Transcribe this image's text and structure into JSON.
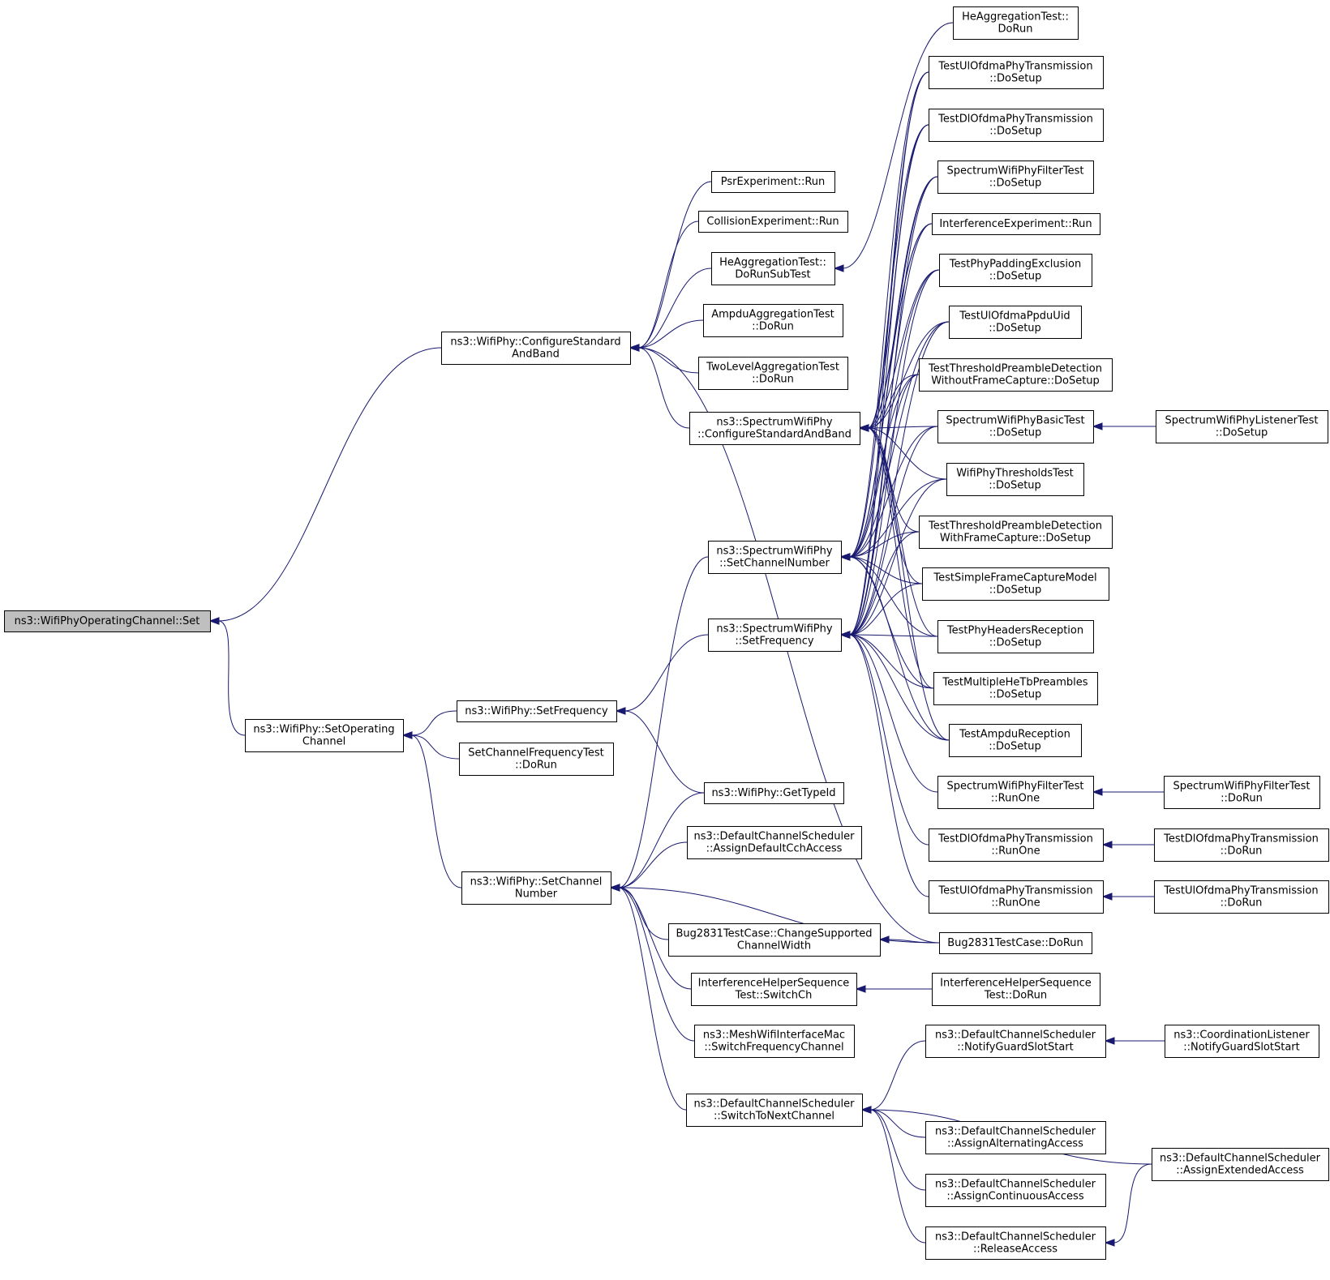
{
  "graph": {
    "colors": {
      "edge": "#191970",
      "node_border": "#000000",
      "node_fill": "#ffffff",
      "root_fill": "#bfbfbf"
    },
    "nodes": [
      {
        "id": "set",
        "lines": [
          "ns3::WifiPhyOperatingChannel::Set"
        ]
      },
      {
        "id": "cfgsb",
        "lines": [
          "ns3::WifiPhy::ConfigureStandard",
          "AndBand"
        ]
      },
      {
        "id": "setop",
        "lines": [
          "ns3::WifiPhy::SetOperating",
          "Channel"
        ]
      },
      {
        "id": "wp_setfreq",
        "lines": [
          "ns3::WifiPhy::SetFrequency"
        ]
      },
      {
        "id": "scft",
        "lines": [
          "SetChannelFrequencyTest",
          "::DoRun"
        ]
      },
      {
        "id": "wp_setch",
        "lines": [
          "ns3::WifiPhy::SetChannel",
          "Number"
        ]
      },
      {
        "id": "psr",
        "lines": [
          "PsrExperiment::Run"
        ]
      },
      {
        "id": "coll",
        "lines": [
          "CollisionExperiment::Run"
        ]
      },
      {
        "id": "heagg_sub",
        "lines": [
          "HeAggregationTest::",
          "DoRunSubTest"
        ]
      },
      {
        "id": "ampdu",
        "lines": [
          "AmpduAggregationTest",
          "::DoRun"
        ]
      },
      {
        "id": "twolvl",
        "lines": [
          "TwoLevelAggregationTest",
          "::DoRun"
        ]
      },
      {
        "id": "swp_cfg",
        "lines": [
          "ns3::SpectrumWifiPhy",
          "::ConfigureStandardAndBand"
        ]
      },
      {
        "id": "swp_setch",
        "lines": [
          "ns3::SpectrumWifiPhy",
          "::SetChannelNumber"
        ]
      },
      {
        "id": "swp_setfreq",
        "lines": [
          "ns3::SpectrumWifiPhy",
          "::SetFrequency"
        ]
      },
      {
        "id": "gettype",
        "lines": [
          "ns3::WifiPhy::GetTypeId"
        ]
      },
      {
        "id": "dcs_adcch",
        "lines": [
          "ns3::DefaultChannelScheduler",
          "::AssignDefaultCchAccess"
        ]
      },
      {
        "id": "bug_ccw",
        "lines": [
          "Bug2831TestCase::ChangeSupported",
          "ChannelWidth"
        ]
      },
      {
        "id": "ihs_sw",
        "lines": [
          "InterferenceHelperSequence",
          "Test::SwitchCh"
        ]
      },
      {
        "id": "mesh",
        "lines": [
          "ns3::MeshWifiInterfaceMac",
          "::SwitchFrequencyChannel"
        ]
      },
      {
        "id": "dcs_stnc",
        "lines": [
          "ns3::DefaultChannelScheduler",
          "::SwitchToNextChannel"
        ]
      },
      {
        "id": "heagg_run",
        "lines": [
          "HeAggregationTest::",
          "DoRun"
        ]
      },
      {
        "id": "ulofdma_setup",
        "lines": [
          "TestUlOfdmaPhyTransmission",
          "::DoSetup"
        ]
      },
      {
        "id": "dlofdma_setup",
        "lines": [
          "TestDlOfdmaPhyTransmission",
          "::DoSetup"
        ]
      },
      {
        "id": "swpft_setup",
        "lines": [
          "SpectrumWifiPhyFilterTest",
          "::DoSetup"
        ]
      },
      {
        "id": "interf",
        "lines": [
          "InterferenceExperiment::Run"
        ]
      },
      {
        "id": "padding",
        "lines": [
          "TestPhyPaddingExclusion",
          "::DoSetup"
        ]
      },
      {
        "id": "ppduuid",
        "lines": [
          "TestUlOfdmaPpduUid",
          "::DoSetup"
        ]
      },
      {
        "id": "tpd_wo",
        "lines": [
          "TestThresholdPreambleDetection",
          "WithoutFrameCapture::DoSetup"
        ]
      },
      {
        "id": "basic",
        "lines": [
          "SpectrumWifiPhyBasicTest",
          "::DoSetup"
        ]
      },
      {
        "id": "thresh",
        "lines": [
          "WifiPhyThresholdsTest",
          "::DoSetup"
        ]
      },
      {
        "id": "tpd_w",
        "lines": [
          "TestThresholdPreambleDetection",
          "WithFrameCapture::DoSetup"
        ]
      },
      {
        "id": "sfcm",
        "lines": [
          "TestSimpleFrameCaptureModel",
          "::DoSetup"
        ]
      },
      {
        "id": "headers",
        "lines": [
          "TestPhyHeadersReception",
          "::DoSetup"
        ]
      },
      {
        "id": "multihe",
        "lines": [
          "TestMultipleHeTbPreambles",
          "::DoSetup"
        ]
      },
      {
        "id": "ampdurx",
        "lines": [
          "TestAmpduReception",
          "::DoSetup"
        ]
      },
      {
        "id": "swpft_runone",
        "lines": [
          "SpectrumWifiPhyFilterTest",
          "::RunOne"
        ]
      },
      {
        "id": "dlofdma_runone",
        "lines": [
          "TestDlOfdmaPhyTransmission",
          "::RunOne"
        ]
      },
      {
        "id": "ulofdma_runone",
        "lines": [
          "TestUlOfdmaPhyTransmission",
          "::RunOne"
        ]
      },
      {
        "id": "bug_run",
        "lines": [
          "Bug2831TestCase::DoRun"
        ]
      },
      {
        "id": "ihs_run",
        "lines": [
          "InterferenceHelperSequence",
          "Test::DoRun"
        ]
      },
      {
        "id": "dcs_ngss",
        "lines": [
          "ns3::DefaultChannelScheduler",
          "::NotifyGuardSlotStart"
        ]
      },
      {
        "id": "dcs_alt",
        "lines": [
          "ns3::DefaultChannelScheduler",
          "::AssignAlternatingAccess"
        ]
      },
      {
        "id": "dcs_cont",
        "lines": [
          "ns3::DefaultChannelScheduler",
          "::AssignContinuousAccess"
        ]
      },
      {
        "id": "dcs_rel",
        "lines": [
          "ns3::DefaultChannelScheduler",
          "::ReleaseAccess"
        ]
      },
      {
        "id": "listener",
        "lines": [
          "SpectrumWifiPhyListenerTest",
          "::DoSetup"
        ]
      },
      {
        "id": "swpft_run",
        "lines": [
          "SpectrumWifiPhyFilterTest",
          "::DoRun"
        ]
      },
      {
        "id": "dlofdma_run",
        "lines": [
          "TestDlOfdmaPhyTransmission",
          "::DoRun"
        ]
      },
      {
        "id": "ulofdma_run",
        "lines": [
          "TestUlOfdmaPhyTransmission",
          "::DoRun"
        ]
      },
      {
        "id": "coord",
        "lines": [
          "ns3::CoordinationListener",
          "::NotifyGuardSlotStart"
        ]
      },
      {
        "id": "dcs_ext",
        "lines": [
          "ns3::DefaultChannelScheduler",
          "::AssignExtendedAccess"
        ]
      }
    ],
    "edges": [
      [
        "set",
        "cfgsb"
      ],
      [
        "set",
        "setop"
      ],
      [
        "setop",
        "wp_setfreq"
      ],
      [
        "setop",
        "scft"
      ],
      [
        "setop",
        "wp_setch"
      ],
      [
        "cfgsb",
        "psr"
      ],
      [
        "cfgsb",
        "coll"
      ],
      [
        "cfgsb",
        "heagg_sub"
      ],
      [
        "cfgsb",
        "ampdu"
      ],
      [
        "cfgsb",
        "twolvl"
      ],
      [
        "cfgsb",
        "swp_cfg"
      ],
      [
        "cfgsb",
        "bug_run"
      ],
      [
        "heagg_sub",
        "heagg_run"
      ],
      [
        "wp_setfreq",
        "swp_setfreq"
      ],
      [
        "wp_setfreq",
        "gettype"
      ],
      [
        "wp_setch",
        "swp_setch"
      ],
      [
        "wp_setch",
        "gettype"
      ],
      [
        "wp_setch",
        "dcs_adcch"
      ],
      [
        "wp_setch",
        "bug_ccw"
      ],
      [
        "wp_setch",
        "ihs_sw"
      ],
      [
        "wp_setch",
        "mesh"
      ],
      [
        "wp_setch",
        "dcs_stnc"
      ],
      [
        "wp_setch",
        "bug_run"
      ],
      [
        "swp_cfg",
        "ulofdma_setup"
      ],
      [
        "swp_cfg",
        "dlofdma_setup"
      ],
      [
        "swp_cfg",
        "swpft_setup"
      ],
      [
        "swp_cfg",
        "interf"
      ],
      [
        "swp_cfg",
        "padding"
      ],
      [
        "swp_cfg",
        "ppduuid"
      ],
      [
        "swp_cfg",
        "tpd_wo"
      ],
      [
        "swp_cfg",
        "basic"
      ],
      [
        "swp_cfg",
        "thresh"
      ],
      [
        "swp_cfg",
        "tpd_w"
      ],
      [
        "swp_cfg",
        "sfcm"
      ],
      [
        "swp_cfg",
        "headers"
      ],
      [
        "swp_cfg",
        "multihe"
      ],
      [
        "swp_cfg",
        "ampdurx"
      ],
      [
        "swp_setch",
        "ulofdma_setup"
      ],
      [
        "swp_setch",
        "dlofdma_setup"
      ],
      [
        "swp_setch",
        "swpft_setup"
      ],
      [
        "swp_setch",
        "interf"
      ],
      [
        "swp_setch",
        "padding"
      ],
      [
        "swp_setch",
        "ppduuid"
      ],
      [
        "swp_setch",
        "tpd_wo"
      ],
      [
        "swp_setch",
        "basic"
      ],
      [
        "swp_setch",
        "thresh"
      ],
      [
        "swp_setch",
        "tpd_w"
      ],
      [
        "swp_setch",
        "sfcm"
      ],
      [
        "swp_setch",
        "headers"
      ],
      [
        "swp_setch",
        "multihe"
      ],
      [
        "swp_setch",
        "ampdurx"
      ],
      [
        "swp_setfreq",
        "ulofdma_setup"
      ],
      [
        "swp_setfreq",
        "dlofdma_setup"
      ],
      [
        "swp_setfreq",
        "swpft_setup"
      ],
      [
        "swp_setfreq",
        "interf"
      ],
      [
        "swp_setfreq",
        "padding"
      ],
      [
        "swp_setfreq",
        "ppduuid"
      ],
      [
        "swp_setfreq",
        "tpd_wo"
      ],
      [
        "swp_setfreq",
        "basic"
      ],
      [
        "swp_setfreq",
        "thresh"
      ],
      [
        "swp_setfreq",
        "tpd_w"
      ],
      [
        "swp_setfreq",
        "sfcm"
      ],
      [
        "swp_setfreq",
        "headers"
      ],
      [
        "swp_setfreq",
        "multihe"
      ],
      [
        "swp_setfreq",
        "ampdurx"
      ],
      [
        "swp_setfreq",
        "swpft_runone"
      ],
      [
        "swp_setfreq",
        "dlofdma_runone"
      ],
      [
        "swp_setfreq",
        "ulofdma_runone"
      ],
      [
        "basic",
        "listener"
      ],
      [
        "swpft_runone",
        "swpft_run"
      ],
      [
        "dlofdma_runone",
        "dlofdma_run"
      ],
      [
        "ulofdma_runone",
        "ulofdma_run"
      ],
      [
        "bug_ccw",
        "bug_run"
      ],
      [
        "ihs_sw",
        "ihs_run"
      ],
      [
        "dcs_stnc",
        "dcs_ngss"
      ],
      [
        "dcs_stnc",
        "dcs_alt"
      ],
      [
        "dcs_stnc",
        "dcs_cont"
      ],
      [
        "dcs_stnc",
        "dcs_rel"
      ],
      [
        "dcs_stnc",
        "dcs_ext"
      ],
      [
        "dcs_ngss",
        "coord"
      ],
      [
        "dcs_rel",
        "dcs_ext"
      ]
    ]
  }
}
